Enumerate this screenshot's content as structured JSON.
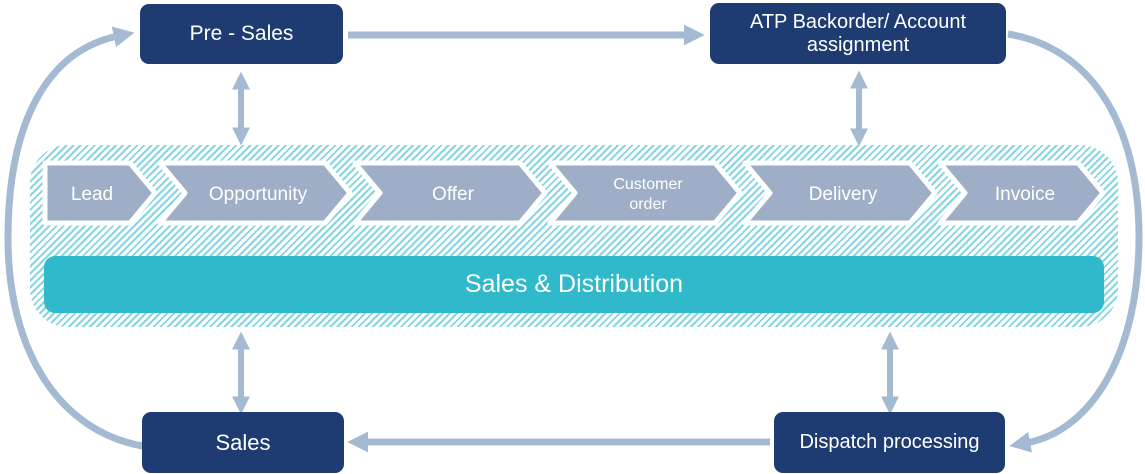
{
  "boxes": {
    "pre_sales": {
      "label": "Pre - Sales"
    },
    "atp_backorder": {
      "label": "ATP Backorder/ Account assignment"
    },
    "sales": {
      "label": "Sales"
    },
    "dispatch": {
      "label": "Dispatch processing"
    }
  },
  "process_band": {
    "steps": [
      {
        "label": "Lead"
      },
      {
        "label": "Opportunity"
      },
      {
        "label": "Offer"
      },
      {
        "label": "Customer order",
        "line1": "Customer",
        "line2": "order"
      },
      {
        "label": "Delivery"
      },
      {
        "label": "Invoice"
      }
    ],
    "footer_label": "Sales & Distribution"
  },
  "colors": {
    "navy_box": "#1E3C72",
    "step_chevron": "#9DAEC6",
    "band_hatch_teal": "#85D6E0",
    "teal_bar": "#30B8CB",
    "arrow": "#A4BAD2",
    "text_on_dark": "#FFFFFF"
  }
}
